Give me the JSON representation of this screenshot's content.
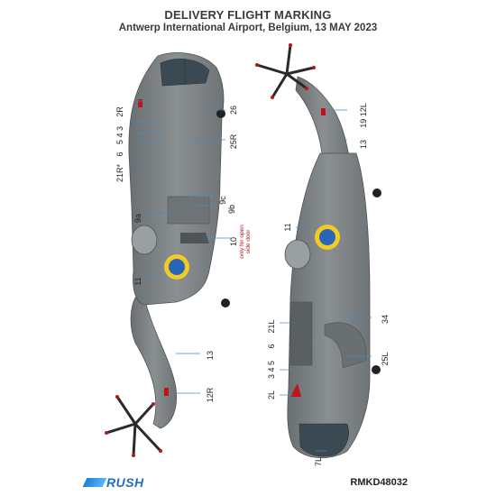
{
  "header": {
    "title": "DELIVERY FLIGHT MARKING",
    "subtitle": "Antwerp International Airport, Belgium, 13 MAY 2023"
  },
  "left_callouts": {
    "c2r": "2R",
    "c543": "5 4 3",
    "c6": "6",
    "c21r": "21R*",
    "c26": "26",
    "c25r": "25R",
    "c9c": "9c",
    "c9b": "9b",
    "c9a": "9a",
    "c10": "10",
    "c10_note_1": "only for open",
    "c10_note_2": "side door",
    "c11": "11",
    "c13": "13",
    "c12r": "12R"
  },
  "right_callouts": {
    "c1912l": "19 12L",
    "c13": "13",
    "c11": "11",
    "c21l": "21L",
    "c6": "6",
    "c345": "3 4 5",
    "c2l": "2L",
    "c7l": "7L",
    "c34": "34",
    "c25l": "25L"
  },
  "footer": {
    "brand": "RUSH",
    "code": "RMKD48032"
  },
  "colors": {
    "fuselage": "#7d8285",
    "fuselage_dark": "#62676a",
    "roundel_blue": "#2a66b8",
    "roundel_yellow": "#f2cb23",
    "callout_line": "#3f8fc9"
  }
}
